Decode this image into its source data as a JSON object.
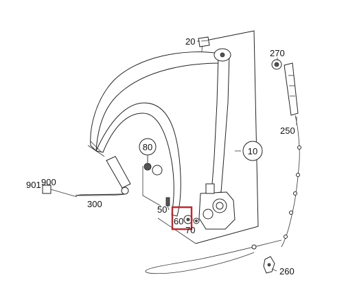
{
  "diagram": {
    "callouts": {
      "p10": "10",
      "p20": "20",
      "p50": "50",
      "p60": "60",
      "p70": "70",
      "p80": "80",
      "p250": "250",
      "p260": "260",
      "p270": "270",
      "p300": "300",
      "p900": "900",
      "p901": "901"
    },
    "highlight_color": "#c0262b",
    "highlighted_part": "60"
  }
}
